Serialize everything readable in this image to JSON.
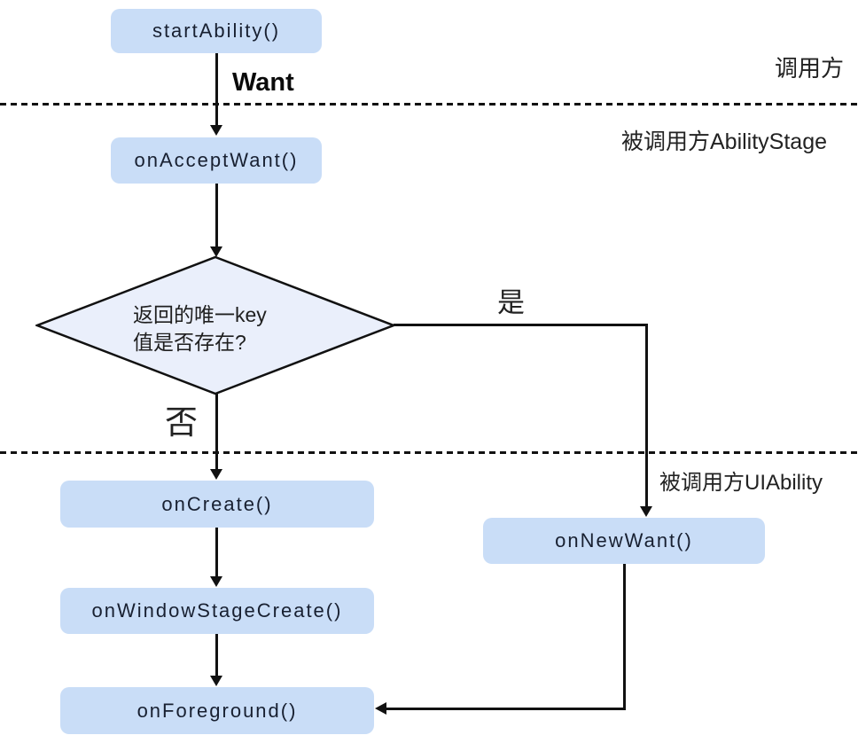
{
  "regions": [
    {
      "label": "调用方"
    },
    {
      "label": "被调用方AbilityStage"
    },
    {
      "label": "被调用方UIAbility"
    }
  ],
  "nodes": {
    "start_ability": "startAbility()",
    "on_accept_want": "onAcceptWant()",
    "decision_line1": "返回的唯一key",
    "decision_line2": "值是否存在?",
    "on_create": "onCreate()",
    "on_new_want": "onNewWant()",
    "on_window_stage_create": "onWindowStageCreate()",
    "on_foreground": "onForeground()"
  },
  "edges": {
    "want": "Want",
    "yes": "是",
    "no": "否"
  },
  "colors": {
    "node_fill": "#c9ddf7",
    "decision_fill": "#eaeffb",
    "connector": "#111111",
    "node_text": "#182031"
  }
}
